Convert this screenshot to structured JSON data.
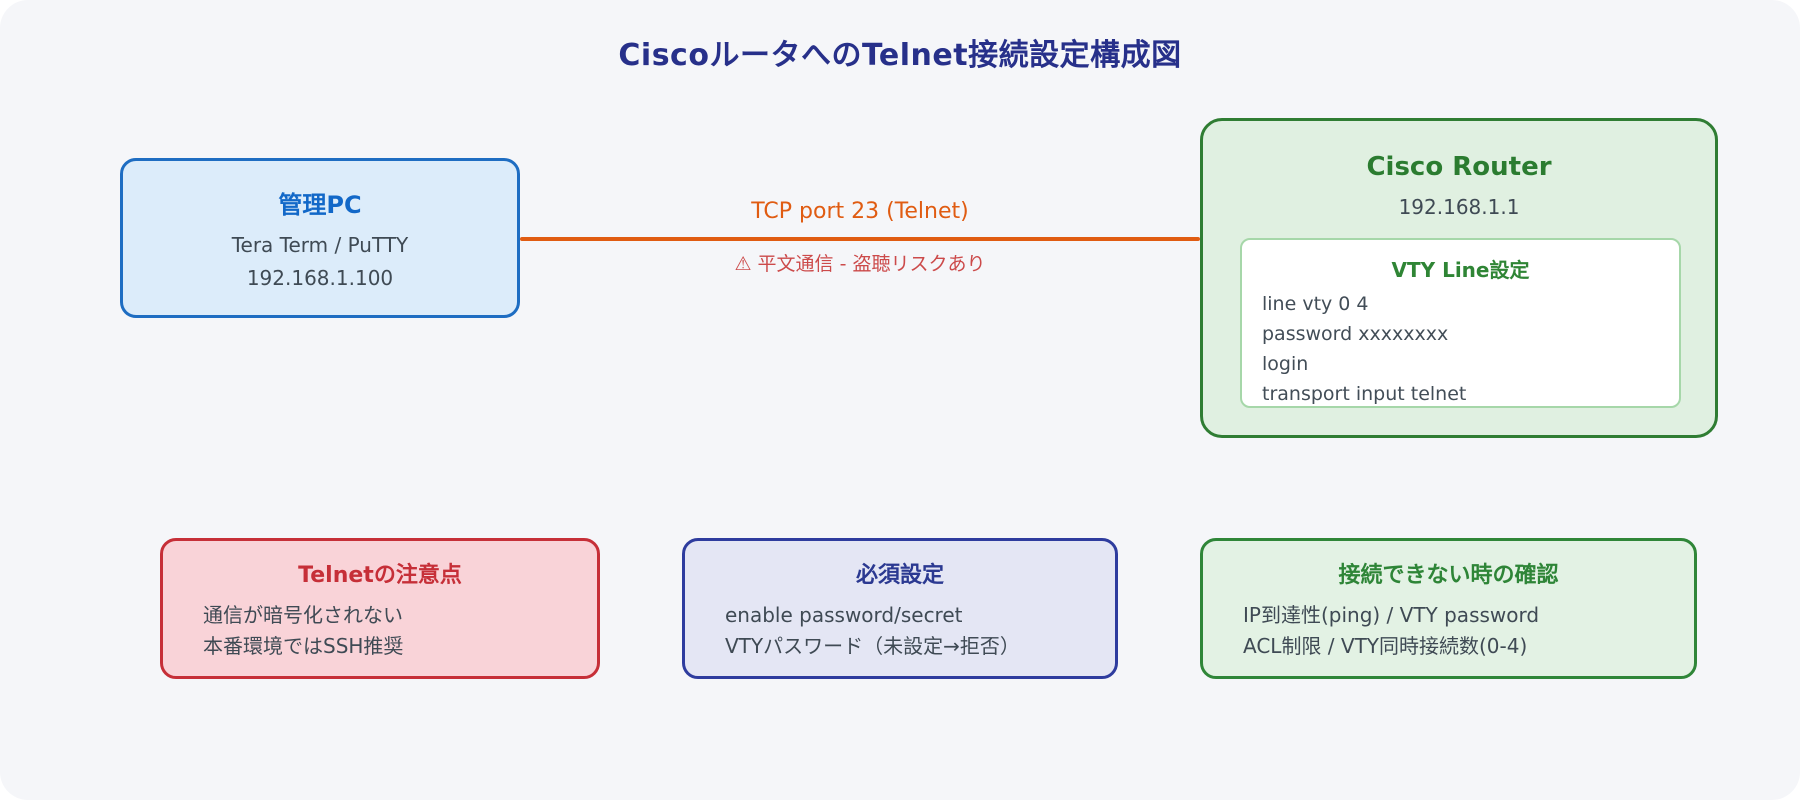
{
  "title": "CiscoルータへのTelnet接続設定構成図",
  "pc_box": {
    "title": "管理PC",
    "software": "Tera Term / PuTTY",
    "ip": "192.168.1.100"
  },
  "link": {
    "label": "TCP port 23 (Telnet)",
    "warning_icon": "⚠",
    "warning_text": "平文通信 - 盗聴リスクあり"
  },
  "router_box": {
    "title": "Cisco Router",
    "ip": "192.168.1.1",
    "vty": {
      "title": "VTY Line設定",
      "lines": [
        "line vty 0 4",
        "password xxxxxxxx",
        "login",
        "transport input telnet"
      ]
    }
  },
  "note_boxes": [
    {
      "title": "Telnetの注意点",
      "lines": [
        "通信が暗号化されない",
        "本番環境ではSSH推奨"
      ]
    },
    {
      "title": "必須設定",
      "lines": [
        "enable password/secret",
        "VTYパスワード（未設定→拒否）"
      ]
    },
    {
      "title": "接続できない時の確認",
      "lines": [
        "IP到達性(ping) / VTY password",
        "ACL制限 / VTY同時接続数(0-4)"
      ]
    }
  ],
  "colors": {
    "page_bg": "#f5f6f9",
    "title_text": "#27308a",
    "pc_border": "#1e6dc2",
    "pc_bg": "#dcecfa",
    "pc_title": "#1268c8",
    "link_orange": "#e05c12",
    "warning_red": "#cc4a4a",
    "router_border": "#2f7d33",
    "router_bg": "#e0f0e1",
    "router_title": "#2b7c30",
    "vty_inner_border": "#a6d7a9",
    "note_red_border": "#c62f38",
    "note_red_bg": "#f9d3d8",
    "note_navy_border": "#2e3c9e",
    "note_navy_bg": "#e4e6f4",
    "note_green_border": "#2f8638",
    "note_green_bg": "#e3f2e4",
    "body_text": "#3f4a54"
  }
}
